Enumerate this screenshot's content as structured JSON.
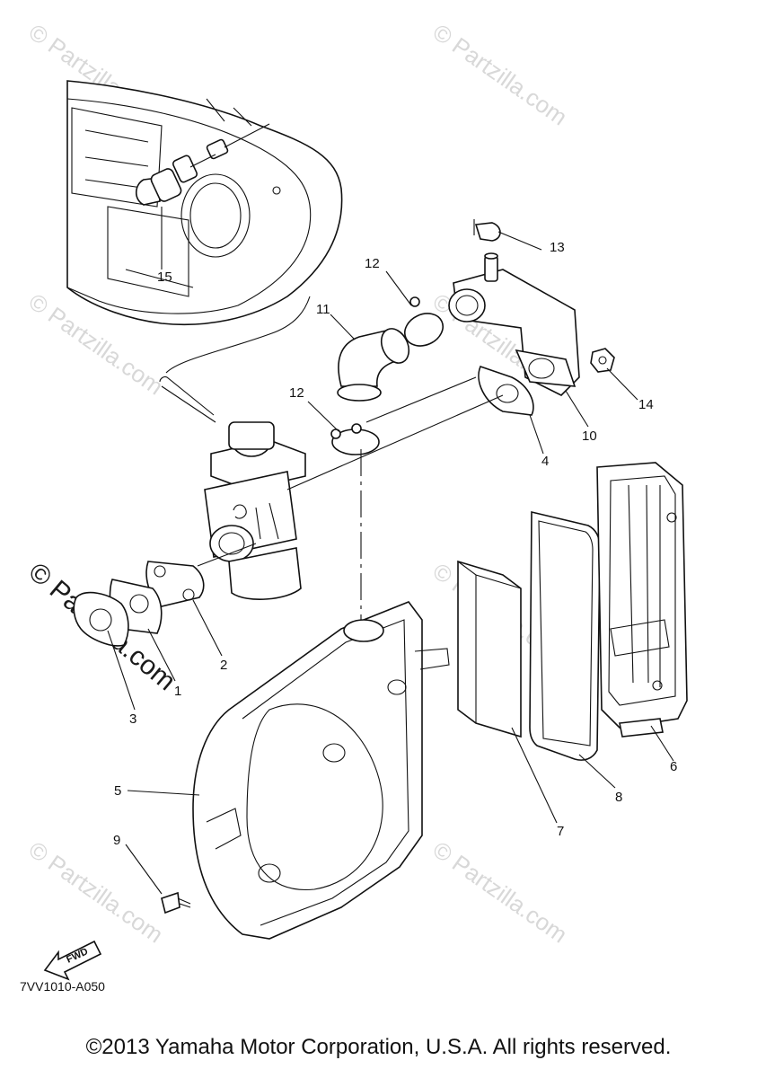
{
  "diagram": {
    "code": "7VV1010-A050",
    "copyright": "©2013 Yamaha Motor Corporation, U.S.A. All rights reserved.",
    "direction_label": "FWD",
    "watermark": "© Partzilla.com",
    "watermark_main": "© Partzilla.com",
    "callouts": [
      "1",
      "2",
      "3",
      "4",
      "5",
      "6",
      "7",
      "8",
      "9",
      "10",
      "11",
      "12",
      "12",
      "13",
      "14",
      "15"
    ]
  }
}
